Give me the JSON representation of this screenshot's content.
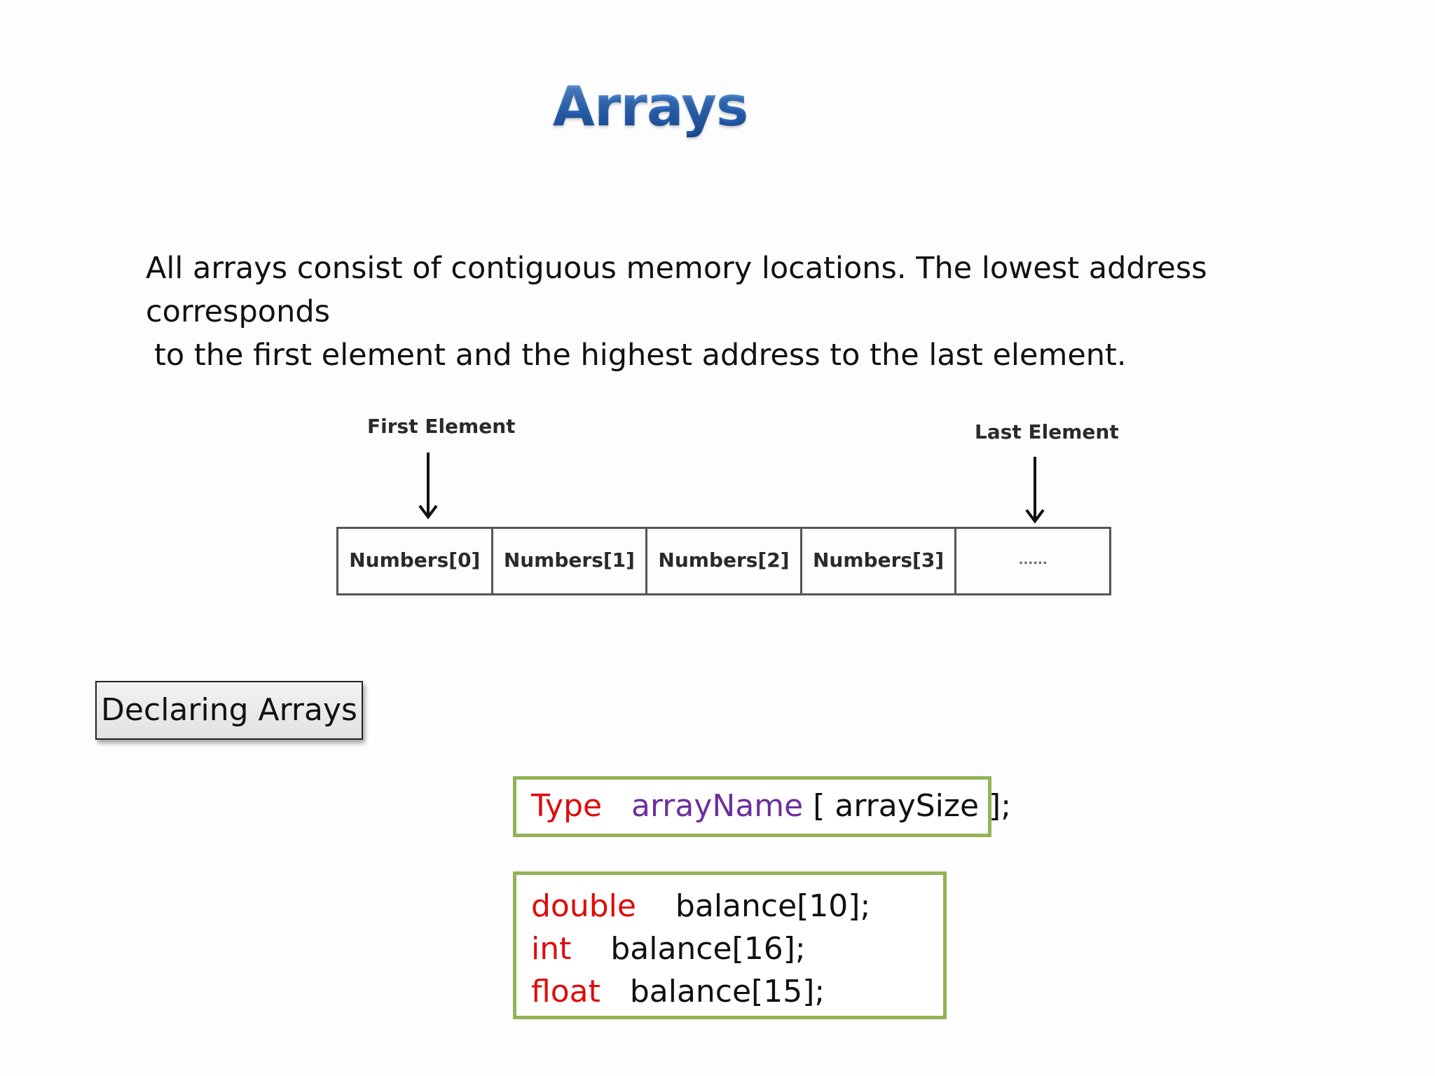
{
  "slide": {
    "title": "Arrays",
    "intro_line1": "All arrays consist of contiguous memory locations. The lowest address corresponds",
    "intro_line2": "to the first element and the highest address to the last element."
  },
  "diagram": {
    "first_label": "First Element",
    "last_label": "Last Element",
    "cells": [
      "Numbers[0]",
      "Numbers[1]",
      "Numbers[2]",
      "Numbers[3]",
      "......"
    ]
  },
  "section": {
    "heading": "Declaring Arrays"
  },
  "syntax": {
    "type": "Type",
    "array_name": "arrayName",
    "rest": "[ arraySize ];"
  },
  "examples": [
    {
      "type": "double",
      "decl": "balance[10];"
    },
    {
      "type": "int",
      "decl": "balance[16];"
    },
    {
      "type": "float",
      "decl": "balance[15];"
    }
  ],
  "colors": {
    "title_blue": "#2f6fc7",
    "keyword_red": "#e00b0b",
    "identifier_purple": "#6b2f9e",
    "box_border_green": "#93b356"
  }
}
